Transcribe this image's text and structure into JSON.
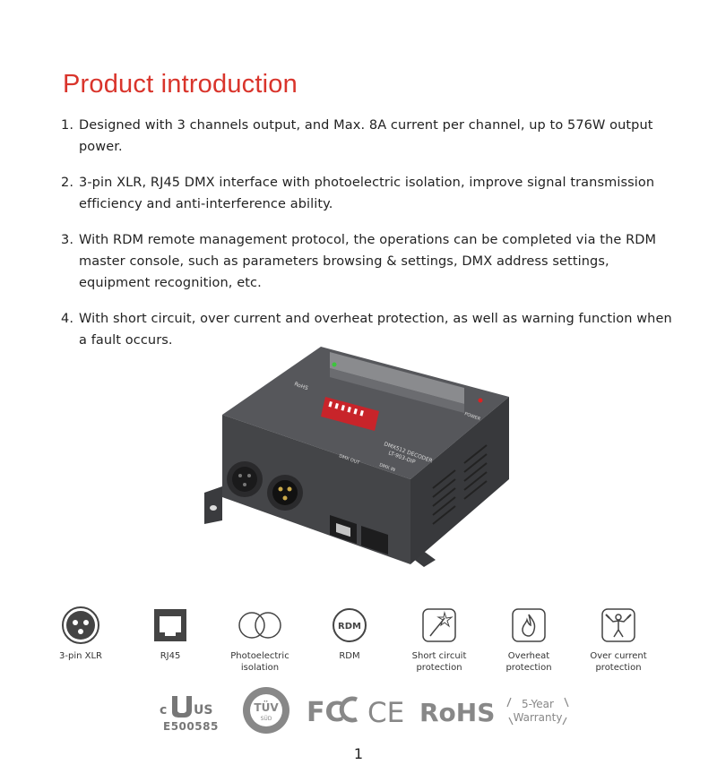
{
  "title": "Product introduction",
  "features": [
    {
      "num": "1.",
      "text": "Designed with 3 channels output, and Max. 8A current per channel, up to 576W output power."
    },
    {
      "num": "2.",
      "text": "3-pin XLR, RJ45 DMX interface with photoelectric isolation, improve signal transmission efficiency and anti-interference ability."
    },
    {
      "num": "3.",
      "text": "With RDM remote management protocol, the operations can be completed via the RDM master console, such as parameters browsing & settings, DMX address settings, equipment recognition, etc."
    },
    {
      "num": "4.",
      "text": "With short circuit, over current and overheat protection, as well as warning function when a fault occurs."
    }
  ],
  "product": {
    "label_top": "DMX512 DECODER",
    "label_model": "LT-903-DIP",
    "label_dmx_in": "DMX IN",
    "label_dmx_out": "DMX OUT",
    "label_power": "POWER",
    "label_rohs": "RoHS"
  },
  "icons": [
    {
      "name": "xlr-icon",
      "label": "3-pin XLR"
    },
    {
      "name": "rj45-icon",
      "label": "RJ45"
    },
    {
      "name": "photoelectric-isolation-icon",
      "label": "Photoelectric isolation"
    },
    {
      "name": "rdm-icon",
      "label": "RDM",
      "glyph": "RDM"
    },
    {
      "name": "short-circuit-icon",
      "label": "Short circuit protection"
    },
    {
      "name": "overheat-icon",
      "label": "Overheat protection"
    },
    {
      "name": "over-current-icon",
      "label": "Over current protection"
    }
  ],
  "certifications": {
    "ul_mark": "US",
    "ul_c": "c",
    "ul_number": "E500585",
    "tuv": "TÜV",
    "tuv_sub": "SÜD",
    "fcc": "FC",
    "ce": "CE",
    "rohs": "RoHS",
    "warranty_line1": "5-Year",
    "warranty_line2": "Warranty"
  },
  "page_number": "1",
  "colors": {
    "accent": "#d9342b",
    "device": "#4a4b4e",
    "icon": "#444444"
  }
}
